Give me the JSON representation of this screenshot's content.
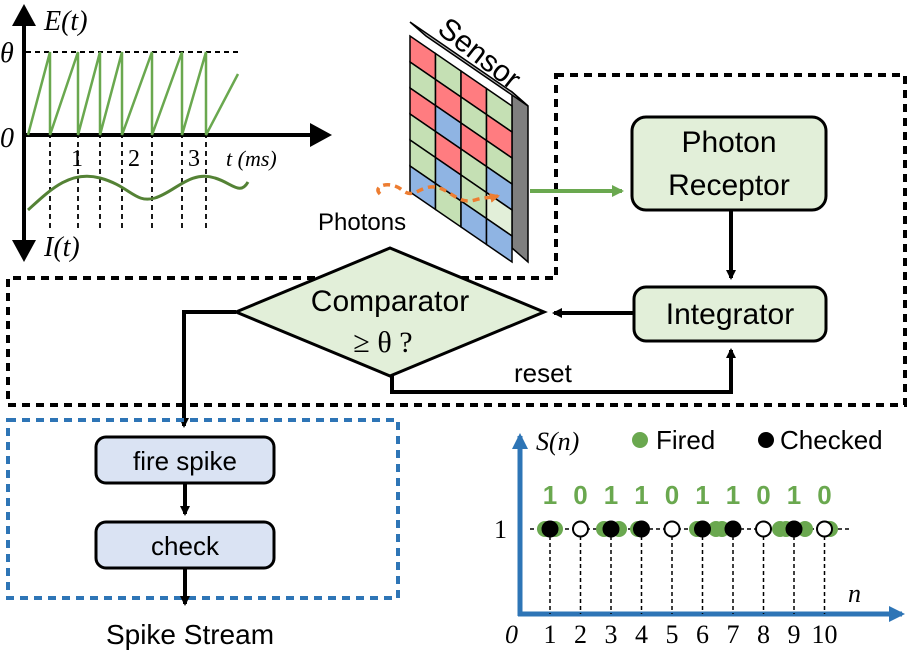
{
  "energy_plot": {
    "y_top_label": "E(t)",
    "y_bottom_label": "I(t)",
    "threshold_label": "θ",
    "origin_label": "0",
    "x_axis_label": "t (ms)",
    "ticks": [
      "1",
      "2",
      "3"
    ]
  },
  "sensor": {
    "label": "Sensor",
    "photons_label": "Photons"
  },
  "blocks": {
    "photon_receptor": [
      "Photon",
      "Receptor"
    ],
    "integrator": "Integrator",
    "comparator": [
      "Comparator",
      "≥ θ ?"
    ],
    "reset": "reset",
    "fire_spike": "fire spike",
    "check": "check",
    "spike_stream": "Spike Stream"
  },
  "spike_plot": {
    "y_label": "S(n)",
    "legend": [
      "Fired",
      "Checked"
    ],
    "level_label": "1",
    "origin_label": "0",
    "x_label": "n",
    "indices": [
      "1",
      "2",
      "3",
      "4",
      "5",
      "6",
      "7",
      "8",
      "9",
      "10"
    ],
    "bits": [
      "1",
      "0",
      "1",
      "1",
      "0",
      "1",
      "1",
      "0",
      "1",
      "0"
    ]
  },
  "colors": {
    "green": "#6aa84f",
    "green_fill": "#e2efd9",
    "blue_fill": "#dae3f3",
    "blue": "#2e75b6",
    "orange": "#ed7d31",
    "black": "#000000"
  }
}
